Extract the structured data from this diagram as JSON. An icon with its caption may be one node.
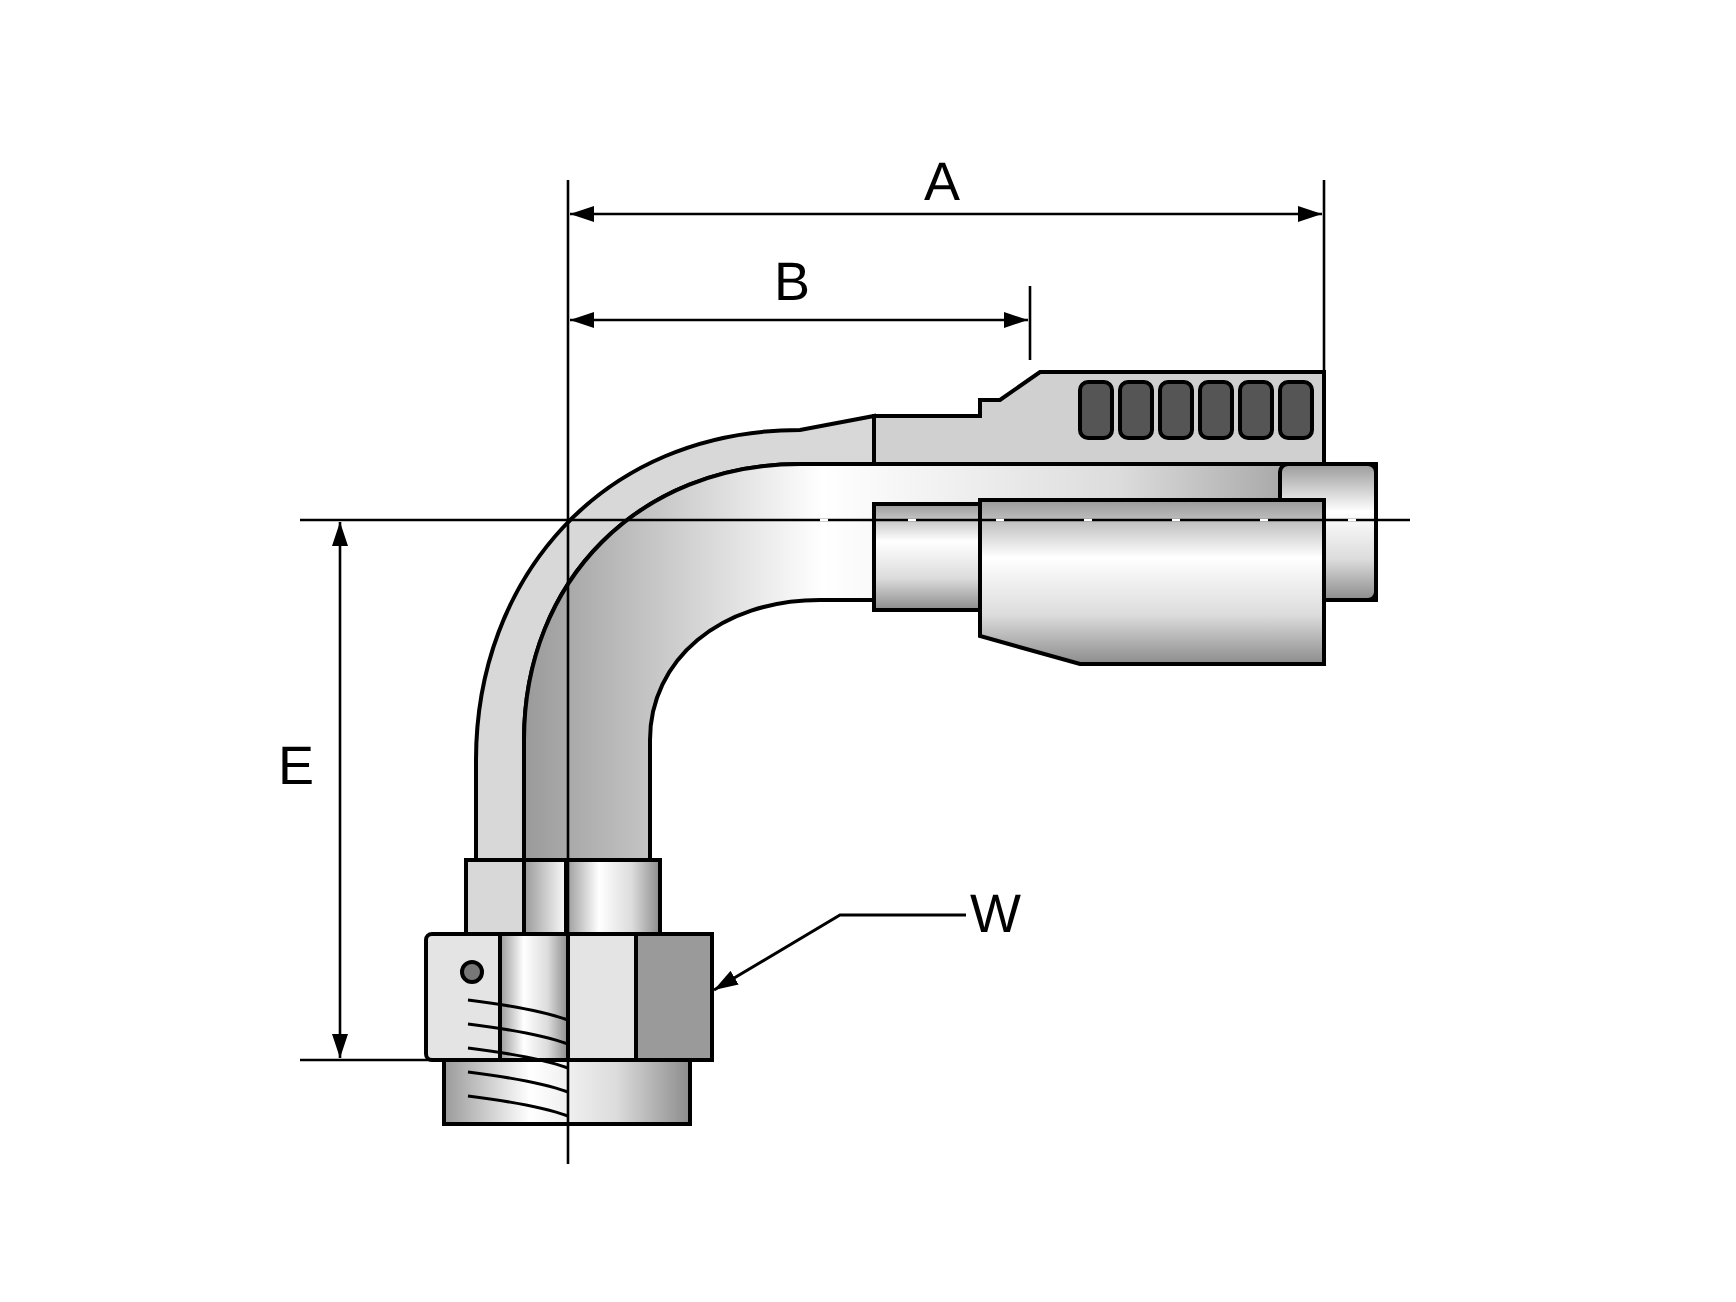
{
  "diagram": {
    "nodes": [
      {
        "text": [
          "W"
        ]
      },
      {
        "text": [],
        "shape": "picture"
      }
    ],
    "edges": [
      {
        "from": 0,
        "to": 1,
        "arrow": "to"
      }
    ],
    "labels": [
      "A",
      "B",
      "E"
    ]
  }
}
